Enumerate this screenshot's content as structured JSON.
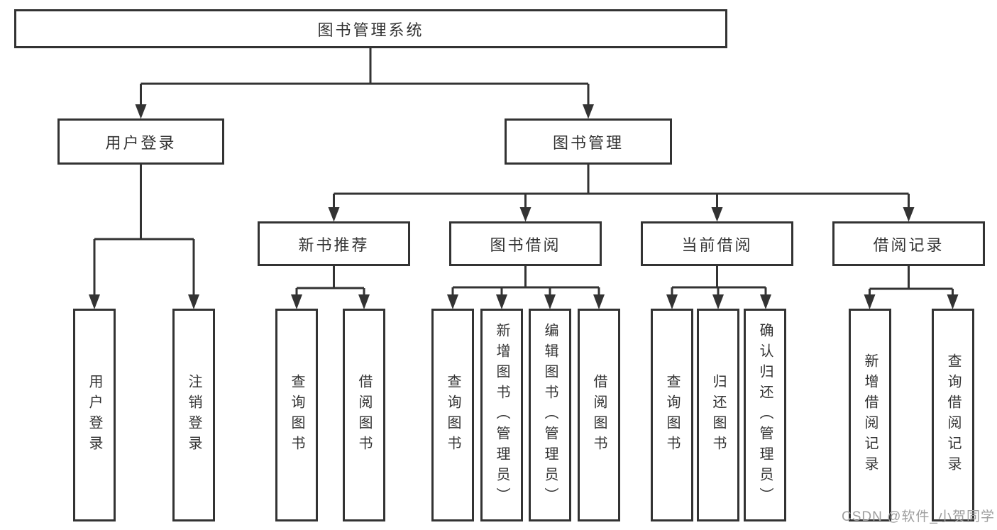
{
  "diagram": {
    "root": {
      "label": "图书管理系统"
    },
    "level2": [
      {
        "label": "用户登录"
      },
      {
        "label": "图书管理"
      }
    ],
    "level3": [
      {
        "label": "新书推荐",
        "parent": "图书管理"
      },
      {
        "label": "图书借阅",
        "parent": "图书管理"
      },
      {
        "label": "当前借阅",
        "parent": "图书管理"
      },
      {
        "label": "借阅记录",
        "parent": "图书管理"
      }
    ],
    "leaves": [
      {
        "label": "用户登录",
        "parent": "用户登录"
      },
      {
        "label": "注销登录",
        "parent": "用户登录"
      },
      {
        "label": "查询图书",
        "parent": "新书推荐"
      },
      {
        "label": "借阅图书",
        "parent": "新书推荐"
      },
      {
        "label": "查询图书",
        "parent": "图书借阅"
      },
      {
        "label": "新增图书（管理员）",
        "parent": "图书借阅"
      },
      {
        "label": "编辑图书（管理员）",
        "parent": "图书借阅"
      },
      {
        "label": "借阅图书",
        "parent": "图书借阅"
      },
      {
        "label": "查询图书",
        "parent": "当前借阅"
      },
      {
        "label": "归还图书",
        "parent": "当前借阅"
      },
      {
        "label": "确认归还（管理员）",
        "parent": "当前借阅"
      },
      {
        "label": "新增借阅记录",
        "parent": "借阅记录"
      },
      {
        "label": "查询借阅记录",
        "parent": "借阅记录"
      }
    ]
  },
  "watermark": "CSDN @软件_小贺同学",
  "colors": {
    "line": "#333333",
    "box_border": "#333333",
    "text": "#333333",
    "watermark": "#9e9e9e",
    "background": "#ffffff"
  }
}
